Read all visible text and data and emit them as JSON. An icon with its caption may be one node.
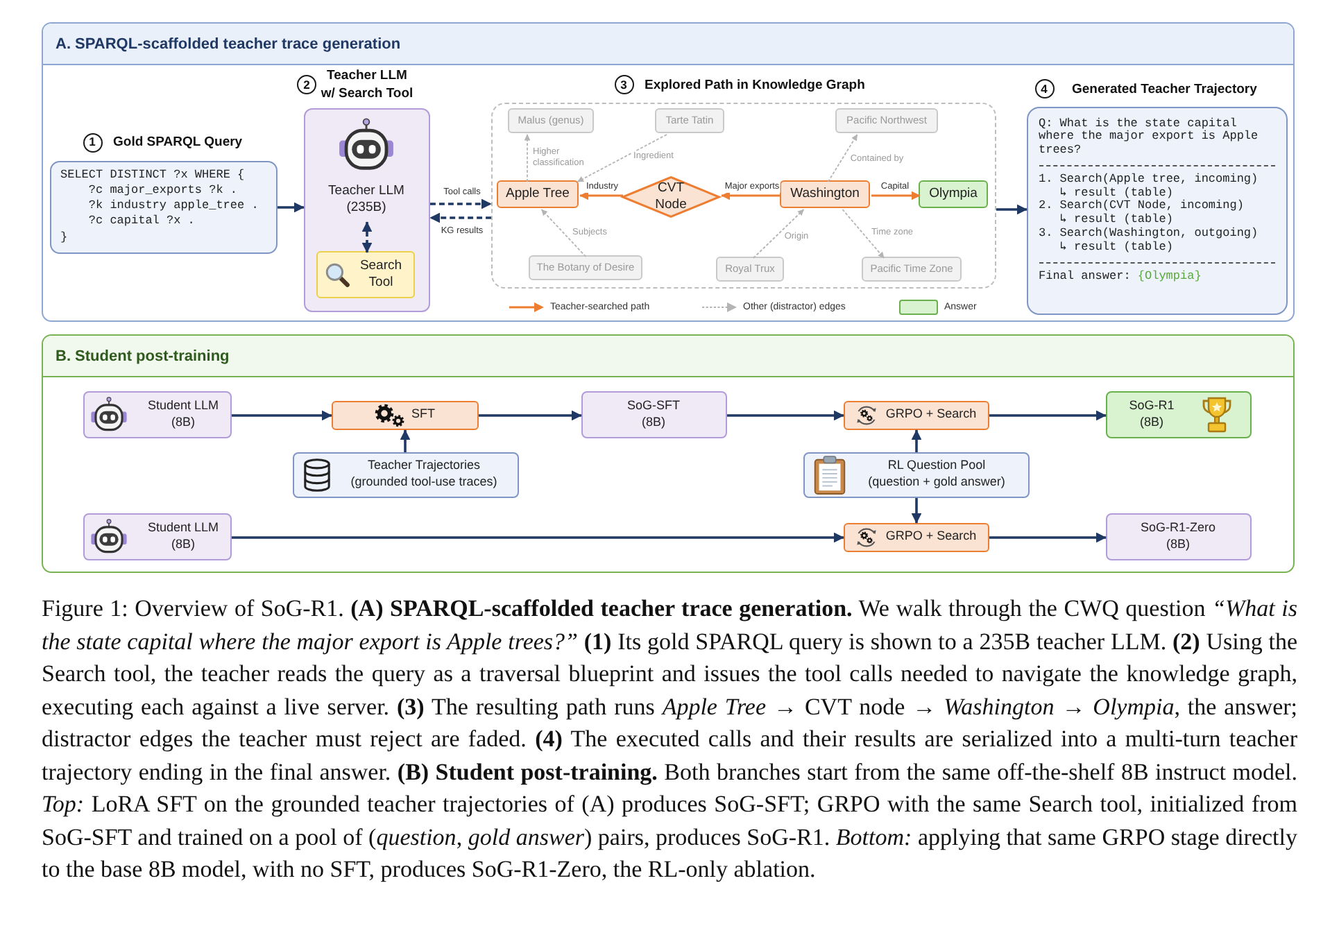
{
  "diagram": {
    "nodes": [
      {
        "text": [
          "A. SPARQL-scaffolded teacher trace generation"
        ]
      },
      {
        "text": [
          "Gold SPARQL Query",
          "SELECT DISTINCT ?x WHERE {",
          "?c major_exports ?k .",
          "?k industry apple_tree .",
          "?c capital ?x .",
          "}"
        ],
        "beside": [
          "1"
        ],
        "in": 0
      },
      {
        "text": [
          "Teacher LLM w/ Search Tool",
          "Teacher LLM (235B)"
        ],
        "beside": [
          "2"
        ],
        "in": 0
      },
      {
        "text": [
          "Search Tool"
        ],
        "in": 2
      },
      {
        "text": [
          "Explored Path in Knowledge Graph"
        ],
        "beside": [
          "3"
        ],
        "in": 0
      },
      {
        "text": [
          "Malus (genus)"
        ],
        "in": 4
      },
      {
        "text": [
          "Tarte Tatin"
        ],
        "in": 4
      },
      {
        "text": [
          "Pacific Northwest"
        ],
        "in": 4
      },
      {
        "text": [
          "Apple Tree"
        ],
        "in": 4
      },
      {
        "text": [
          "CVT Node"
        ],
        "in": 4
      },
      {
        "text": [
          "Washington"
        ],
        "in": 4
      },
      {
        "text": [
          "Olympia"
        ],
        "in": 4
      },
      {
        "text": [
          "The Botany of Desire"
        ],
        "in": 4
      },
      {
        "text": [
          "Royal Trux"
        ],
        "in": 4
      },
      {
        "text": [
          "Pacific Time Zone"
        ],
        "in": 4
      },
      {
        "text": [
          "Generated Teacher Trajectory",
          "Q: What is the state capital where the major export is Apple trees?",
          "1. Search(Apple tree, incoming)",
          "↳ result (table)",
          "2. Search(CVT Node, incoming)",
          "↳ result (table)",
          "3. Search(Washington, outgoing)",
          "↳ result (table)",
          "Final answer:",
          "{Olympia}"
        ],
        "beside": [
          "4"
        ],
        "in": 0
      },
      {
        "text": [
          "B. Student post-training"
        ]
      },
      {
        "text": [
          "Student LLM (8B)"
        ],
        "in": 16
      },
      {
        "text": [
          "SFT"
        ],
        "in": 16
      },
      {
        "text": [
          "SoG-SFT (8B)"
        ],
        "in": 16
      },
      {
        "text": [
          "GRPO + Search"
        ],
        "in": 16
      },
      {
        "text": [
          "SoG-R1 (8B)"
        ],
        "in": 16
      },
      {
        "text": [
          "Teacher Trajectories (grounded tool-use traces)"
        ],
        "in": 16
      },
      {
        "text": [
          "RL Question Pool (question + gold answer)"
        ],
        "in": 16
      },
      {
        "text": [
          "Student LLM (8B)"
        ],
        "in": 16
      },
      {
        "text": [
          "GRPO + Search"
        ],
        "in": 16
      },
      {
        "text": [
          "SoG-R1-Zero (8B)"
        ],
        "in": 16
      }
    ],
    "edges": [
      {
        "from": 1,
        "to": 2,
        "arrow": "to"
      },
      {
        "from": 2,
        "to": 4,
        "arrow": "to",
        "label": "Tool calls",
        "style": "dashed"
      },
      {
        "from": 4,
        "to": 2,
        "arrow": "to",
        "label": "KG results",
        "style": "dashed"
      },
      {
        "from": 2,
        "to": 3,
        "arrow": "both",
        "style": "dashed"
      },
      {
        "from": 8,
        "to": 5,
        "arrow": "to",
        "label": "Higher classification",
        "style": "dashed",
        "color": "#b4b4b4"
      },
      {
        "from": 6,
        "to": 8,
        "arrow": "to",
        "label": "Ingredient",
        "style": "dashed",
        "color": "#b4b4b4"
      },
      {
        "from": 9,
        "to": 8,
        "arrow": "to",
        "label": "Industry",
        "color": "#ed7d31"
      },
      {
        "from": 10,
        "to": 9,
        "arrow": "to",
        "label": "Major exports",
        "color": "#ed7d31"
      },
      {
        "from": 10,
        "to": 11,
        "arrow": "to",
        "label": "Capital",
        "color": "#ed7d31"
      },
      {
        "from": 10,
        "to": 7,
        "arrow": "to",
        "label": "Contained by",
        "style": "dashed",
        "color": "#b4b4b4"
      },
      {
        "from": 12,
        "to": 8,
        "arrow": "to",
        "label": "Subjects",
        "style": "dashed",
        "color": "#b4b4b4"
      },
      {
        "from": 13,
        "to": 10,
        "arrow": "to",
        "label": "Origin",
        "style": "dashed",
        "color": "#b4b4b4"
      },
      {
        "from": 10,
        "to": 14,
        "arrow": "to",
        "label": "Time zone",
        "style": "dashed",
        "color": "#b4b4b4"
      },
      {
        "from": 4,
        "to": 15,
        "arrow": "to"
      },
      {
        "from": 17,
        "to": 18,
        "arrow": "to"
      },
      {
        "from": 18,
        "to": 19,
        "arrow": "to"
      },
      {
        "from": 19,
        "to": 20,
        "arrow": "to"
      },
      {
        "from": 20,
        "to": 21,
        "arrow": "to"
      },
      {
        "from": 22,
        "to": 18,
        "arrow": "to"
      },
      {
        "from": 23,
        "to": 20,
        "arrow": "to"
      },
      {
        "from": 23,
        "to": 25,
        "arrow": "to"
      },
      {
        "from": 24,
        "to": 25,
        "arrow": "to"
      },
      {
        "from": 25,
        "to": 26,
        "arrow": "to"
      }
    ],
    "legend": [
      {
        "text": "Teacher-searched path"
      },
      {
        "text": "Other (distractor) edges"
      },
      {
        "text": "Answer",
        "color": "#d9f2d0"
      }
    ],
    "caption": "Figure 1: Overview of SoG-R1. **(A) SPARQL-scaffolded teacher trace generation.** We walk through the CWQ question *“What is the state capital where the major export is Apple trees?”* **(1)** Its gold SPARQL query is shown to a 235B teacher LLM. **(2)** Using the Search tool, the teacher reads the query as a traversal blueprint and issues the tool calls needed to navigate the knowledge graph, executing each against a live server. **(3)** The resulting path runs *Apple Tree* → CVT node → *Washington* → *Olympia*, the answer; distractor edges the teacher must reject are faded. **(4)** The executed calls and their results are serialized into a multi-turn teacher trajectory ending in the final answer. **(B) Student post-training.** Both branches start from the same off-the-shelf 8B instruct model. *Top:* LoRA SFT on the grounded teacher trajectories of (A) produces SoG-SFT; GRPO with the same Search tool, initialized from SoG-SFT and trained on a pool of (*question*, *gold answer*) pairs, produces SoG-R1. *Bottom:* applying that same GRPO stage directly to the base 8B model, with no SFT, produces SoG-R1-Zero, the RL-only ablation."
  }
}
